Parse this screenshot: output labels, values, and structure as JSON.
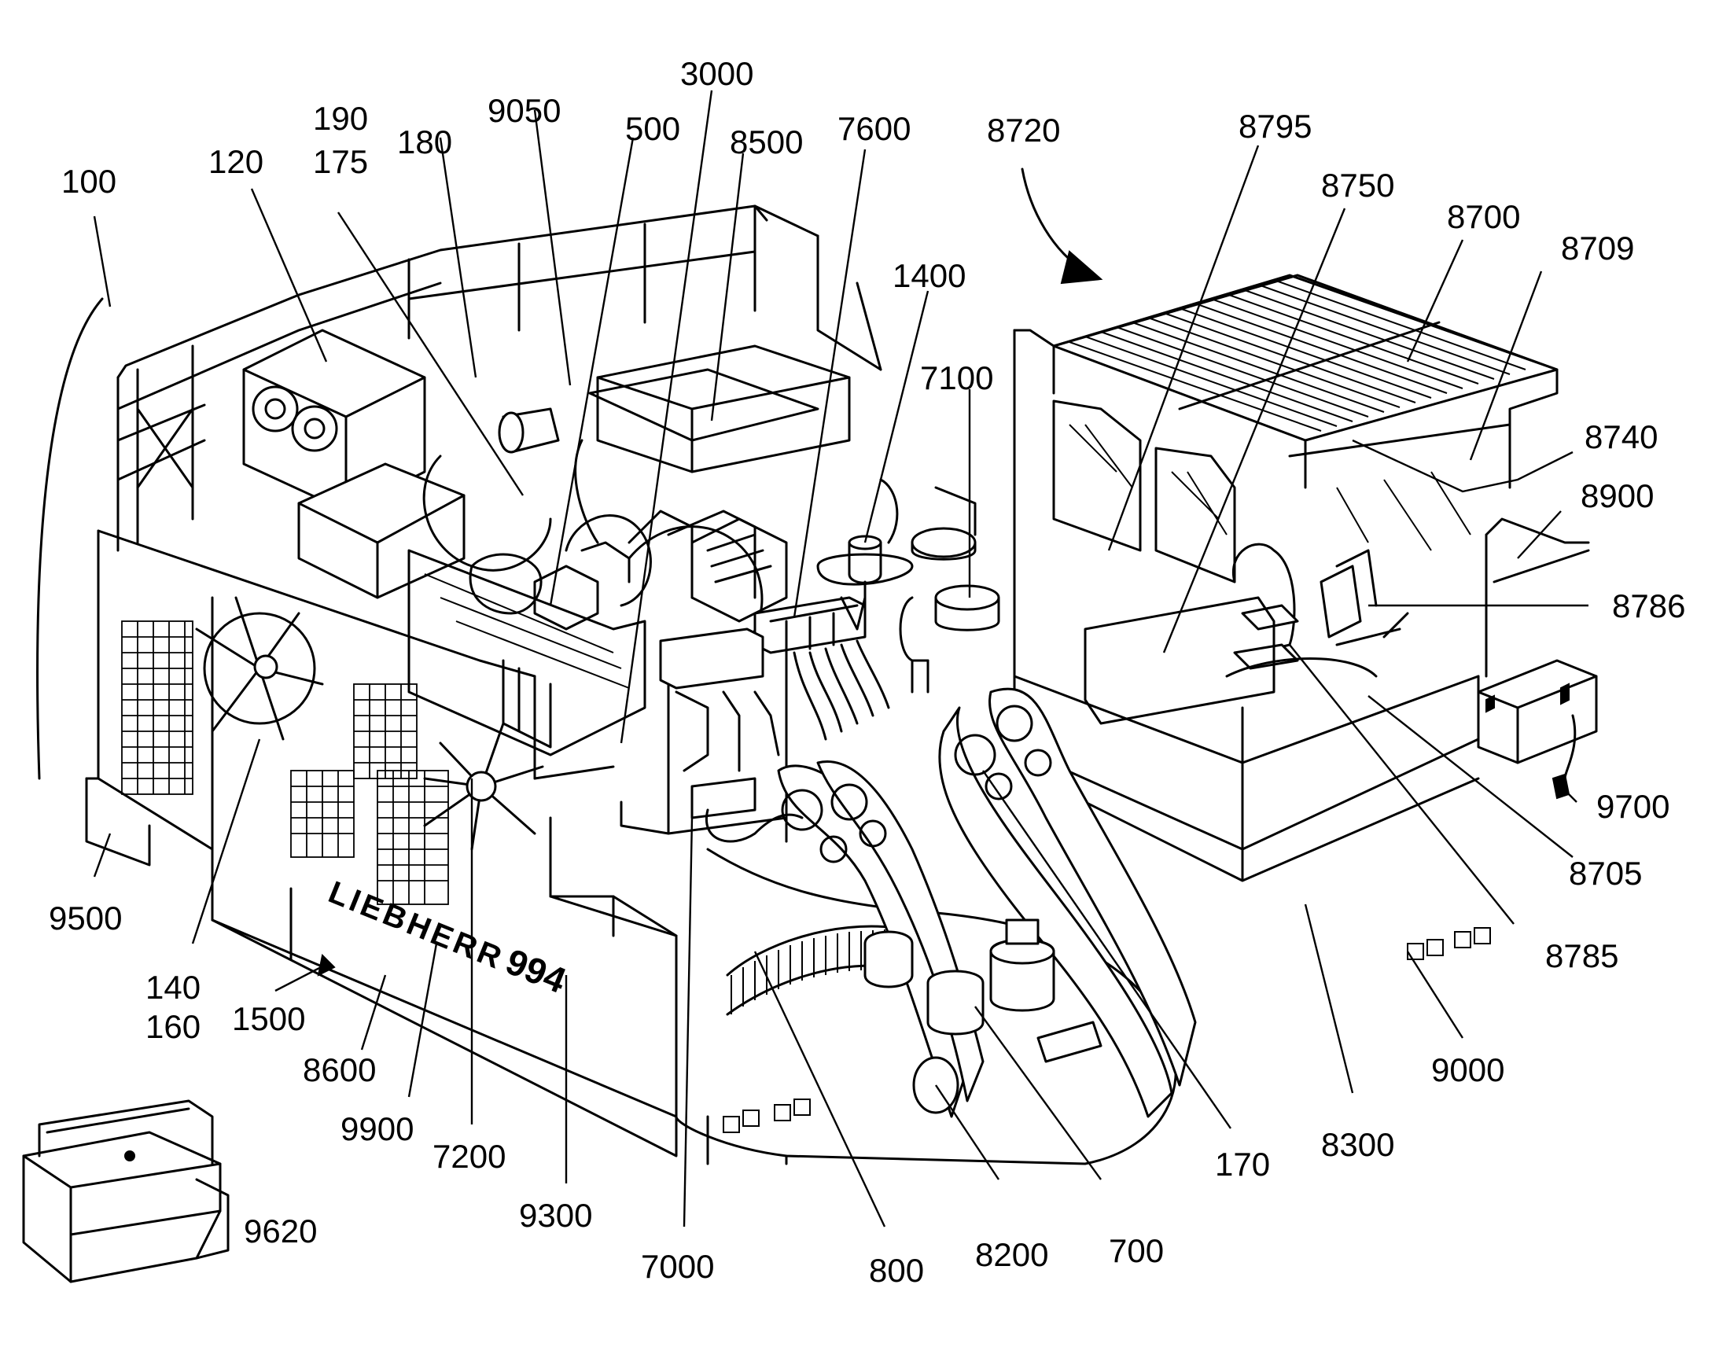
{
  "figure": {
    "brand_text": "LIEBHERR",
    "model_text": "994",
    "labels": {
      "l100": "100",
      "l120": "120",
      "l190": "190",
      "l175": "175",
      "l180": "180",
      "l9050": "9050",
      "l500": "500",
      "l3000": "3000",
      "l8500": "8500",
      "l7600": "7600",
      "l1400": "1400",
      "l7100": "7100",
      "l8720": "8720",
      "l8795": "8795",
      "l8750": "8750",
      "l8700": "8700",
      "l8709": "8709",
      "l8740": "8740",
      "l8900": "8900",
      "l8786": "8786",
      "l9700": "9700",
      "l8705": "8705",
      "l8785": "8785",
      "l9000": "9000",
      "l8300": "8300",
      "l170": "170",
      "l700": "700",
      "l8200": "8200",
      "l800": "800",
      "l7000": "7000",
      "l9300": "9300",
      "l7200": "7200",
      "l9900": "9900",
      "l8600": "8600",
      "l1500": "1500",
      "l140": "140",
      "l160": "160",
      "l9500": "9500",
      "l9620": "9620"
    }
  }
}
